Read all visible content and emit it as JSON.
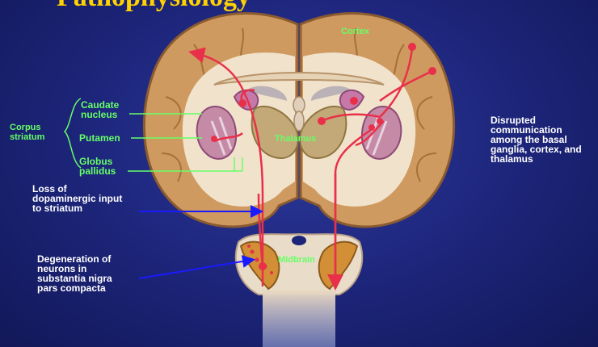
{
  "title": "Pathophysiology",
  "labels": {
    "cortex": "Cortex",
    "thalamus": "Thalamus",
    "midbrain": "Midbrain",
    "corpus_striatum": "Corpus\nstriatum",
    "caudate_nucleus": "Caudate\nnucleus",
    "putamen": "Putamen",
    "globus_pallidus": "Globus\npallidus",
    "loss_of_input": "Loss of\ndopaminergic input\nto striatum",
    "degeneration": "Degeneration of\nneurons in\nsubstantia nigra\npars compacta",
    "disrupted": "Disrupted\ncommunication\namong the basal\nganglia, cortex, and\nthalamus"
  },
  "colors": {
    "background": "#1c2478",
    "label_green": "#66ff66",
    "label_white": "#ffffff",
    "title_yellow": "#ffd200",
    "pointer_line_green": "#66ff66",
    "pointer_arrow_blue": "#1a1aff",
    "pathway_red": "#e8304a"
  }
}
